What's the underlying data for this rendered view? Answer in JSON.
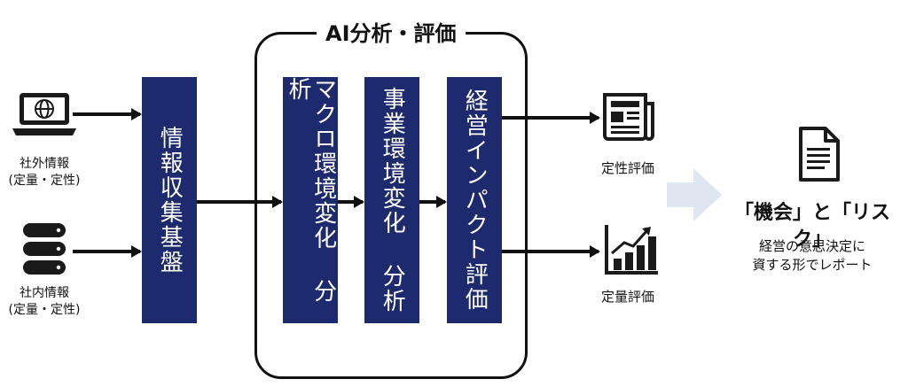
{
  "sources": {
    "external_line1": "社外情報",
    "external_line2": "(定量・定性)",
    "internal_line1": "社内情報",
    "internal_line2": "(定量・定性)"
  },
  "collection": {
    "label": "情報収集基盤"
  },
  "analysis": {
    "title": "AI分析・評価",
    "macro": "マクロ環境変化 分析",
    "business": "事業環境変化 分析",
    "impact": "経営インパクト評価"
  },
  "outputs": {
    "qualitative": "定性評価",
    "quantitative": "定量評価"
  },
  "result": {
    "headline": "「機会」と「リスク」",
    "line1": "経営の意思決定に",
    "line2": "資する形でレポート"
  }
}
